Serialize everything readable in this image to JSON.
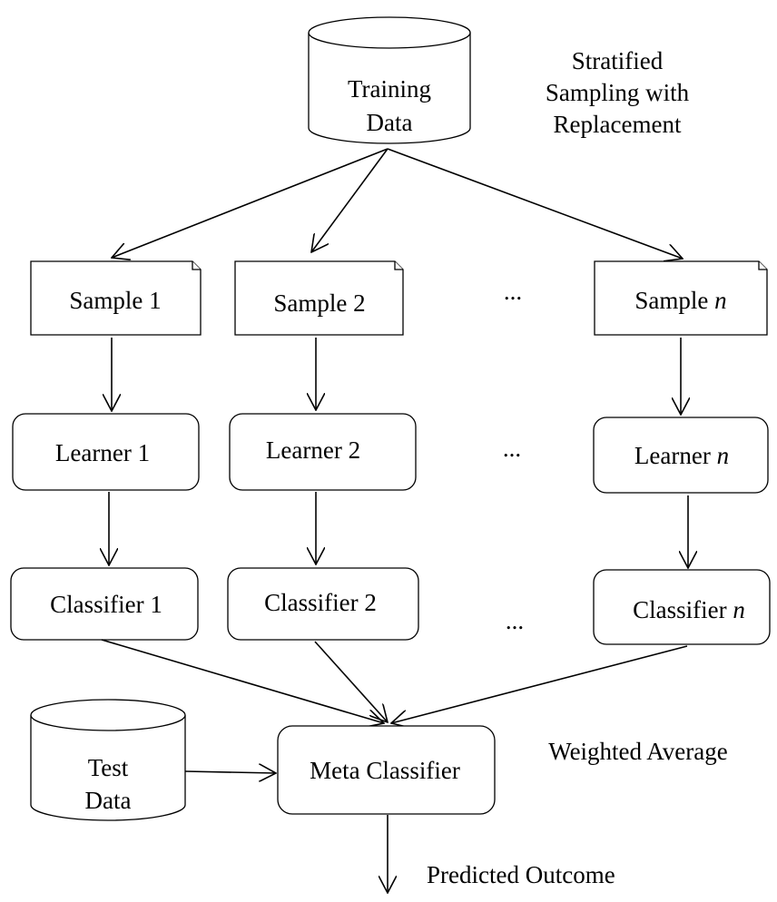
{
  "diagram": {
    "training_data": {
      "line1": "Training",
      "line2": "Data"
    },
    "sampling_note": {
      "line1": "Stratified",
      "line2": "Sampling with",
      "line3": "Replacement"
    },
    "samples": [
      {
        "prefix": "Sample ",
        "index": "1"
      },
      {
        "prefix": "Sample ",
        "index": "2"
      },
      {
        "prefix": "Sample ",
        "index": "n"
      }
    ],
    "learners": [
      {
        "prefix": "Learner ",
        "index": "1"
      },
      {
        "prefix": "Learner ",
        "index": "2"
      },
      {
        "prefix": "Learner ",
        "index": "n"
      }
    ],
    "classifiers": [
      {
        "prefix": "Classifier ",
        "index": "1"
      },
      {
        "prefix": "Classifier ",
        "index": "2"
      },
      {
        "prefix": "Classifier ",
        "index": "n"
      }
    ],
    "ellipsis": "...",
    "test_data": {
      "line1": "Test",
      "line2": "Data"
    },
    "meta_classifier": "Meta Classifier",
    "weighted_note": "Weighted Average",
    "outcome": "Predicted Outcome"
  }
}
